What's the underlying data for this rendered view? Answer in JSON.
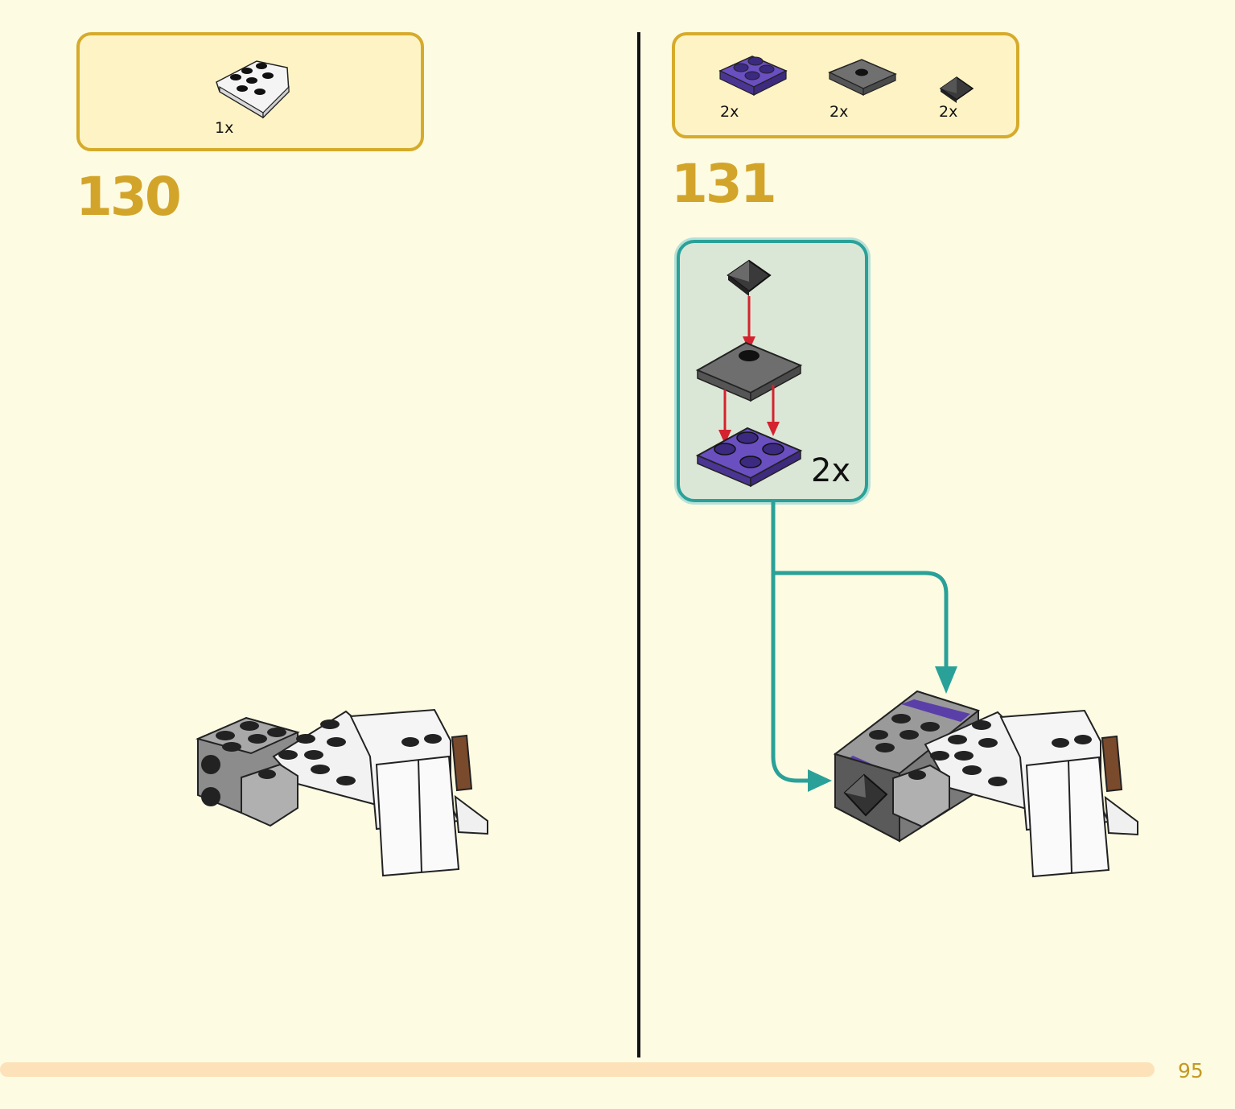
{
  "step_130": {
    "number": "130",
    "parts": [
      {
        "icon": "white-wedge-plate-icon",
        "quantity": "1x"
      }
    ]
  },
  "step_131": {
    "number": "131",
    "parts": [
      {
        "icon": "purple-2x2-plate-icon",
        "quantity": "2x"
      },
      {
        "icon": "dark-gray-jumper-plate-icon",
        "quantity": "2x"
      },
      {
        "icon": "black-pyramid-tile-icon",
        "quantity": "2x"
      }
    ],
    "sub_assembly": {
      "multiplier": "2x"
    }
  },
  "footer": {
    "page_number": "95"
  },
  "colors": {
    "background": "#fefbe3",
    "parts_box_border": "#d6ab2b",
    "step_number": "#d2a52a",
    "sub_assembly_border": "#2aa198",
    "arrow_red": "#d4232e",
    "purple": "#5b3fa8",
    "dark_gray": "#6a6a6a"
  }
}
